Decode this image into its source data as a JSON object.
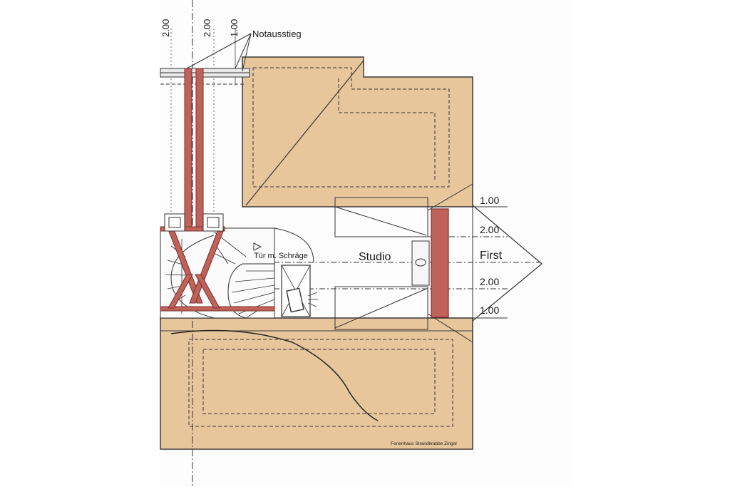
{
  "labels": {
    "notausstieg": "Notausstieg",
    "studio": "Studio",
    "first": "First",
    "tuer": "Tür m. Schräge",
    "footer": "Ferienhaus Strandkrabbe Zingst"
  },
  "dimensions": {
    "top_left": "2.00",
    "top_mid": "2.00",
    "top_right": "1.00",
    "right_1": "1.00",
    "right_2": "2.00",
    "right_3": "2.00",
    "right_4": "1.00"
  },
  "colors": {
    "roof": "#e8c69c",
    "beam": "#c0625a",
    "beam_edge": "#7a2d29",
    "line": "#2a2a2a"
  }
}
